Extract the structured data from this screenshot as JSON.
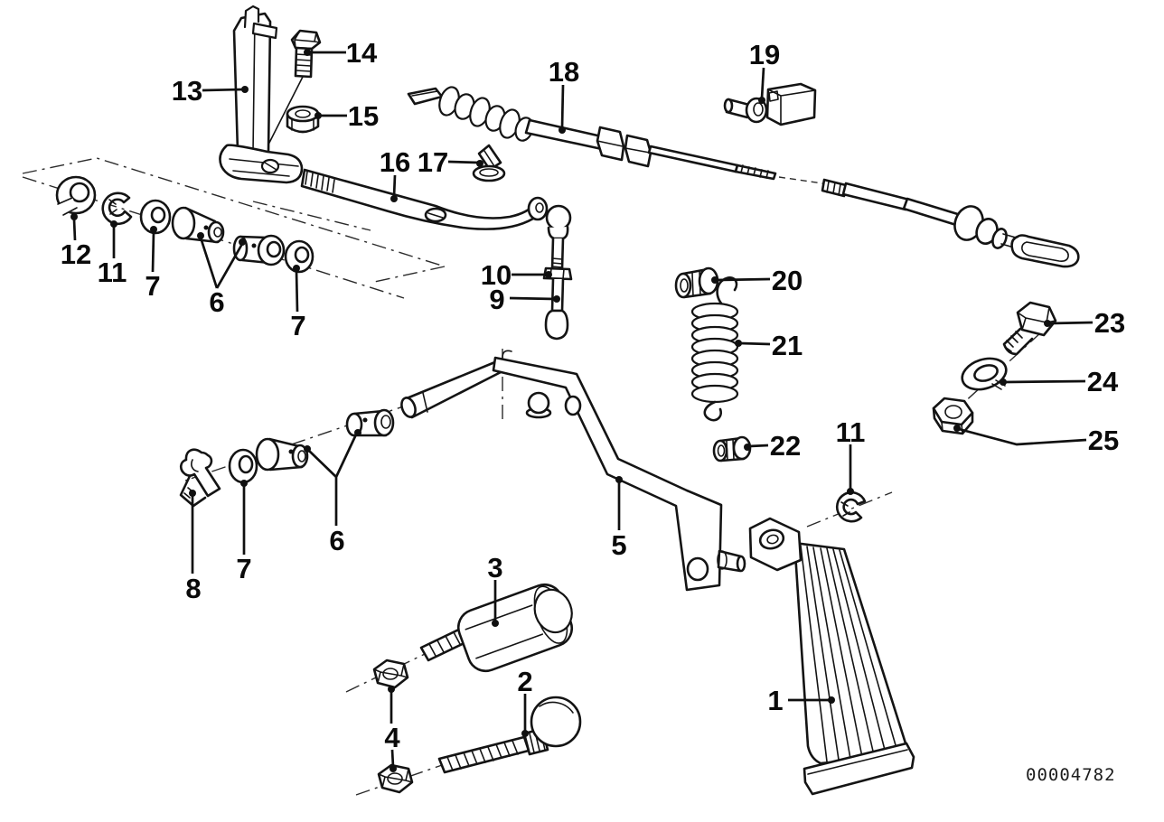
{
  "figure": {
    "image_code": "00004782",
    "callouts": [
      {
        "label": "13"
      },
      {
        "label": "14"
      },
      {
        "label": "15"
      },
      {
        "label": "12"
      },
      {
        "label": "11"
      },
      {
        "label": "7"
      },
      {
        "label": "6"
      },
      {
        "label": "7"
      },
      {
        "label": "16"
      },
      {
        "label": "17"
      },
      {
        "label": "18"
      },
      {
        "label": "19"
      },
      {
        "label": "10"
      },
      {
        "label": "9"
      },
      {
        "label": "20"
      },
      {
        "label": "21"
      },
      {
        "label": "22"
      },
      {
        "label": "23"
      },
      {
        "label": "24"
      },
      {
        "label": "25"
      },
      {
        "label": "11"
      },
      {
        "label": "8"
      },
      {
        "label": "7"
      },
      {
        "label": "6"
      },
      {
        "label": "5"
      },
      {
        "label": "3"
      },
      {
        "label": "4"
      },
      {
        "label": "2"
      },
      {
        "label": "1"
      }
    ]
  }
}
